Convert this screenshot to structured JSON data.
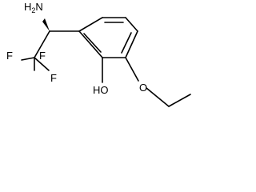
{
  "molecule": {
    "atoms": {
      "amine": "NH2",
      "amine_main": "H",
      "amine_n": "N",
      "amine_sub": "2",
      "fluorine_1": "F",
      "fluorine_2": "F",
      "fluorine_3": "F",
      "hydroxyl": "HO",
      "ether_oxygen": "O"
    },
    "colors": {
      "bond": "#000000",
      "text": "#000000",
      "background": "#ffffff"
    }
  }
}
